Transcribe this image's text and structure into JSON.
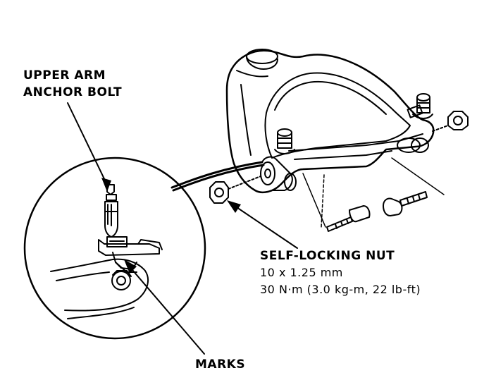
{
  "labels": {
    "upper_arm_line1": "UPPER ARM",
    "upper_arm_line2": "ANCHOR BOLT",
    "nut_title": "SELF-LOCKING NUT",
    "nut_size": "10 x 1.25 mm",
    "nut_torque": "30 N·m (3.0 kg-m, 22 lb-ft)",
    "marks": "MARKS"
  },
  "colors": {
    "ink": "#000000",
    "paper": "#ffffff"
  }
}
